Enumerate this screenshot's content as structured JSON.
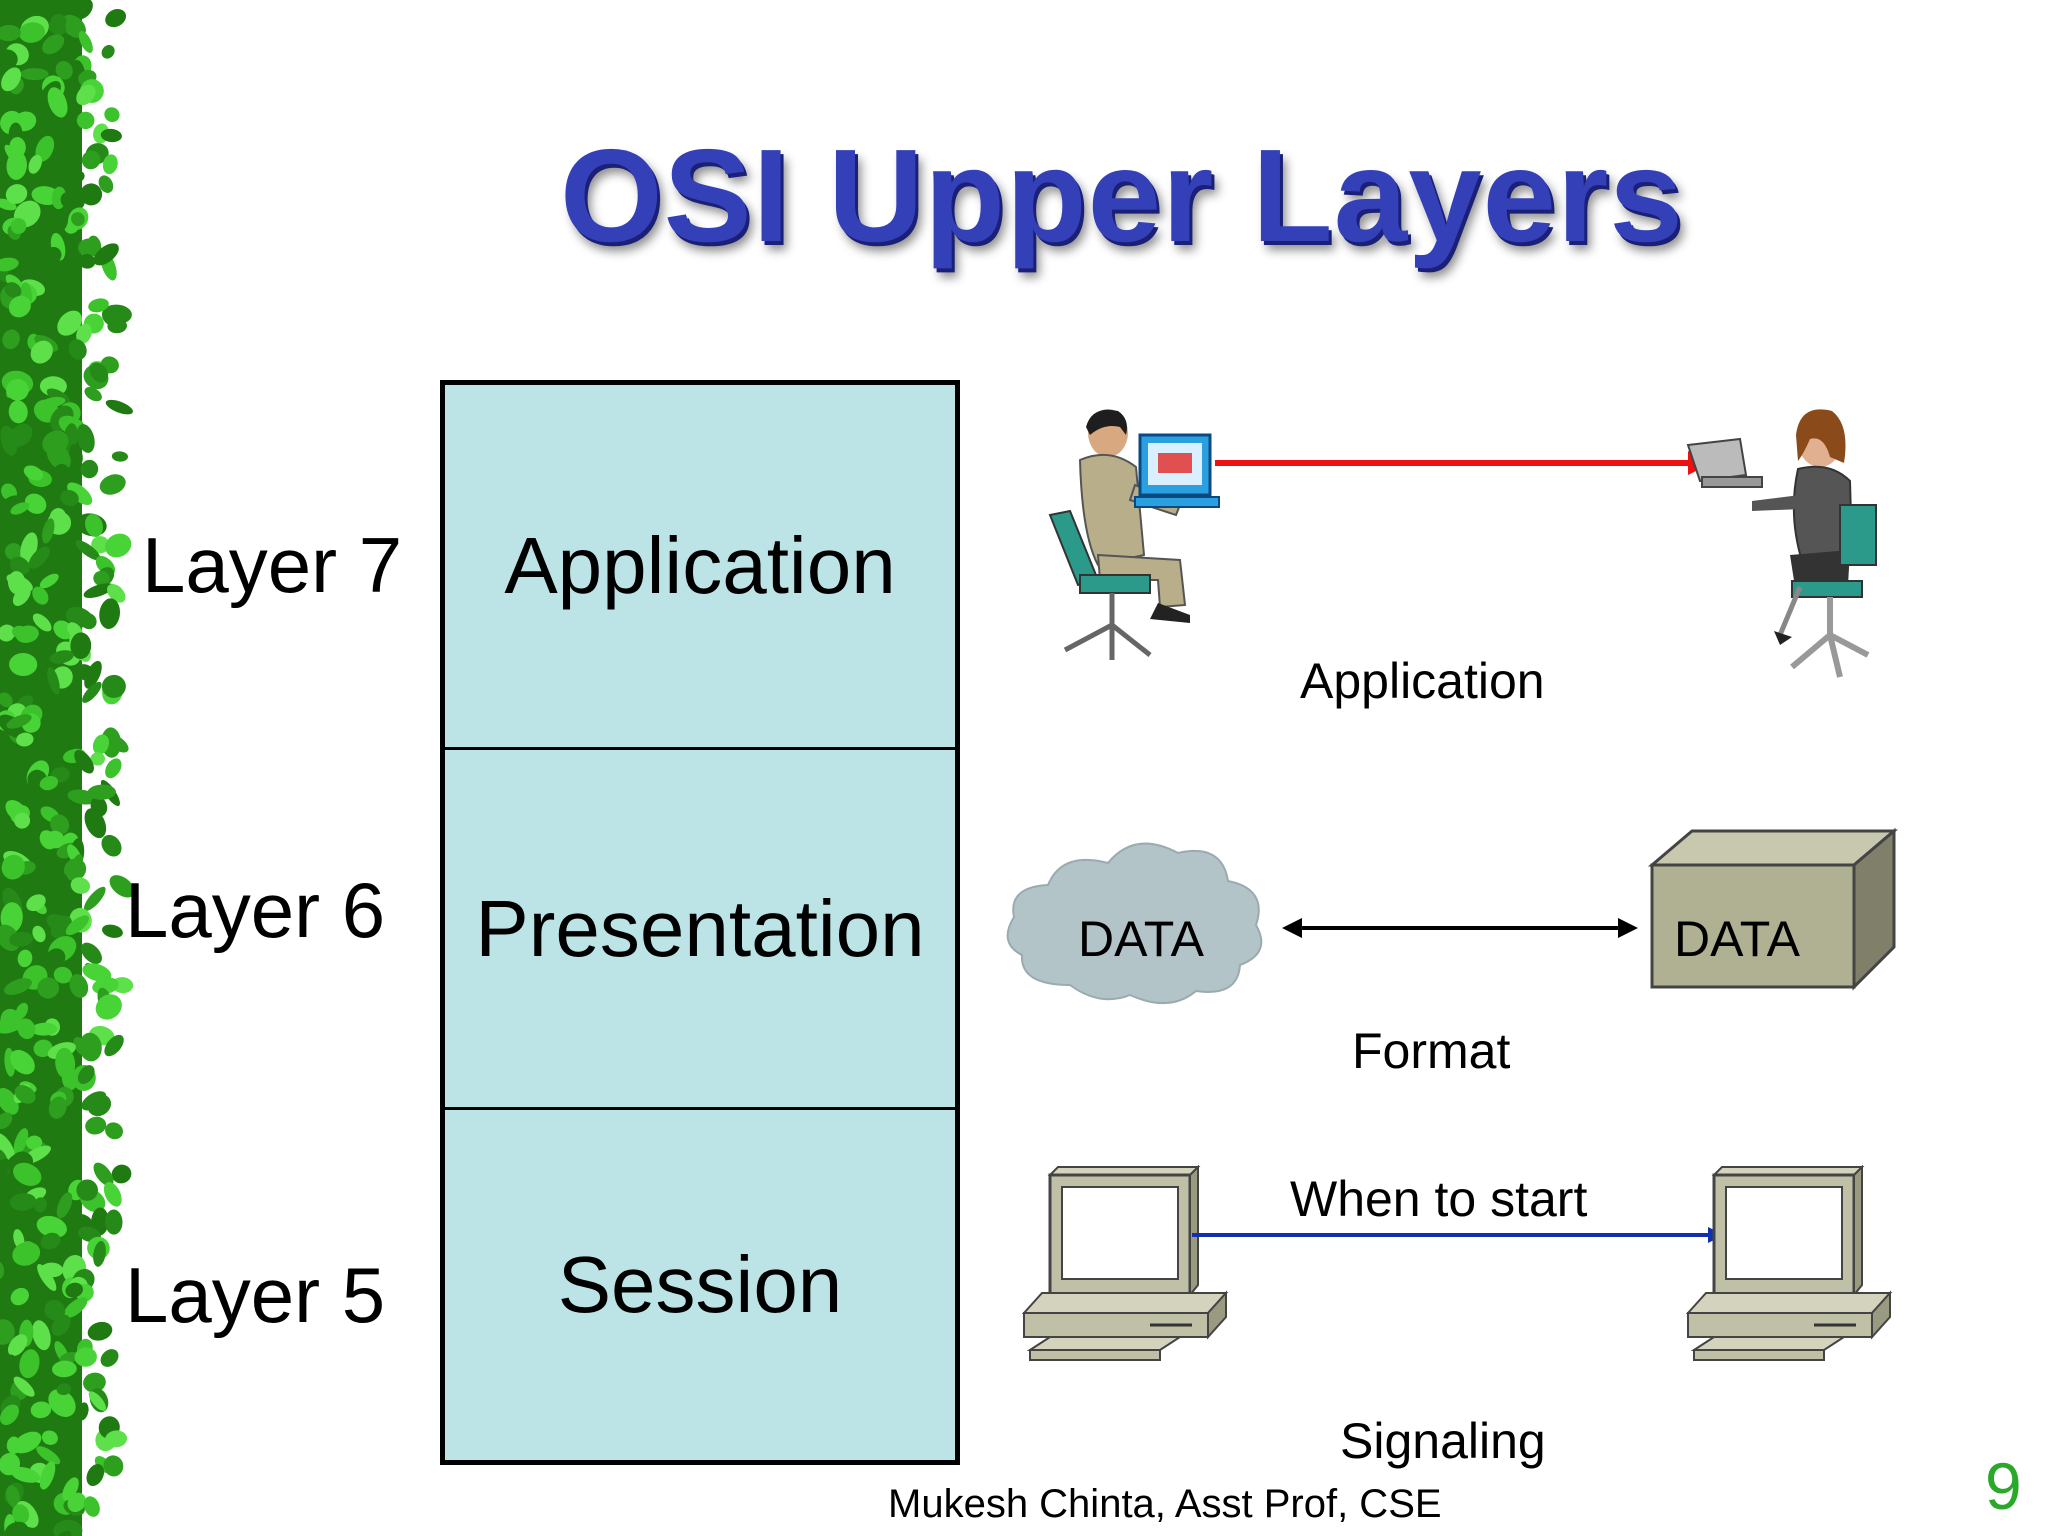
{
  "title": "OSI Upper Layers",
  "layers": [
    {
      "label": "Layer 7",
      "name": "Application",
      "caption": "Application"
    },
    {
      "label": "Layer 6",
      "name": "Presentation",
      "caption": "Format"
    },
    {
      "label": "Layer 5",
      "name": "Session",
      "caption": "Signaling"
    }
  ],
  "presentation_diagram": {
    "left_text": "DATA",
    "right_text": "DATA"
  },
  "session_diagram": {
    "arrow_label": "When to start"
  },
  "footer": "Mukesh Chinta, Asst Prof, CSE",
  "page_number": "9",
  "colors": {
    "title": "#3340b8",
    "stack_fill": "#bce3e5",
    "application_arrow": "#ee1111",
    "session_arrow": "#1030b0",
    "page_number": "#2aa82a",
    "border_green": "#2e9e1e"
  }
}
